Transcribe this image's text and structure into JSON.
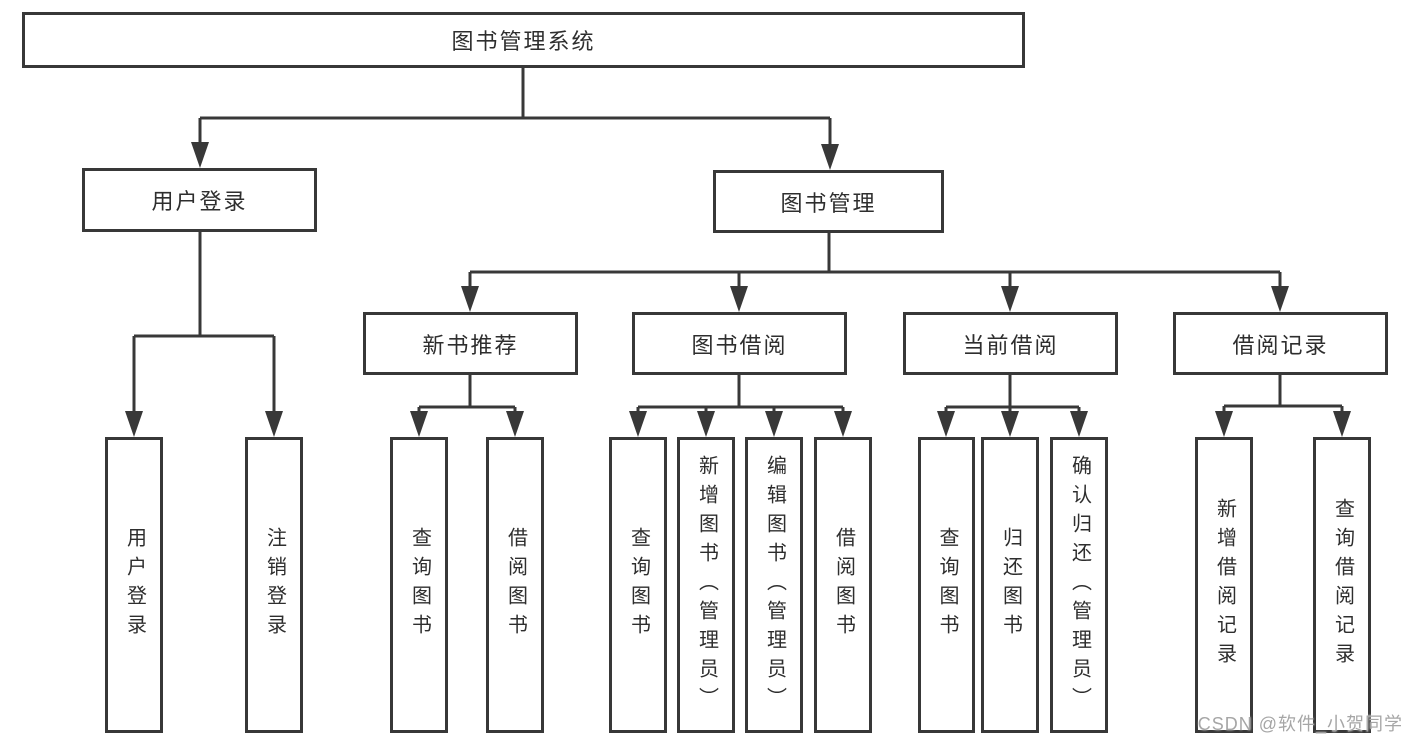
{
  "title": "图书管理系统",
  "nodes": {
    "root": "图书管理系统",
    "user_login": "用户登录",
    "book_mgmt": "图书管理",
    "new_book": "新书推荐",
    "book_borrow": "图书借阅",
    "current_borrow": "当前借阅",
    "borrow_records": "借阅记录",
    "leaves": {
      "user_login": [
        "用户登录",
        "注销登录"
      ],
      "new_book": [
        "查询图书",
        "借阅图书"
      ],
      "book_borrow": [
        "查询图书",
        "新增图书（管理员）",
        "编辑图书（管理员）",
        "借阅图书"
      ],
      "current_borrow": [
        "查询图书",
        "归还图书",
        "确认归还（管理员）"
      ],
      "borrow_records": [
        "新增借阅记录",
        "查询借阅记录"
      ]
    }
  },
  "watermark": "CSDN @软件_小贺同学",
  "colors": {
    "line": "#383838",
    "text": "#2e2e2e",
    "watermark": "#a6a6a6",
    "background": "#ffffff"
  }
}
